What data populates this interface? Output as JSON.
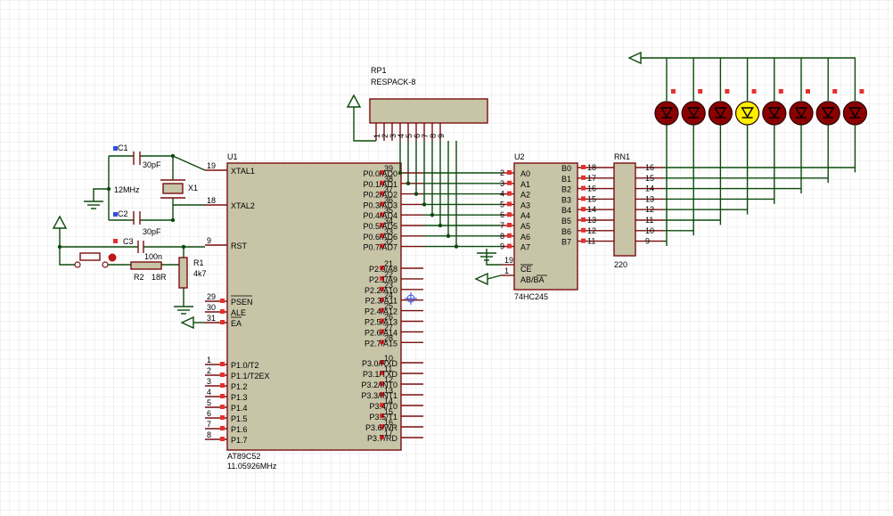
{
  "u1": {
    "ref": "U1",
    "part": "AT89C52",
    "freq": "11.05926MHz",
    "pins_left": [
      {
        "num": "19",
        "name": "XTAL1"
      },
      {
        "num": "18",
        "name": "XTAL2"
      },
      {
        "num": "9",
        "name": "RST"
      },
      {
        "num": "29",
        "name": "PSEN"
      },
      {
        "num": "30",
        "name": "ALE"
      },
      {
        "num": "31",
        "name": "EA"
      },
      {
        "num": "1",
        "name": "P1.0/T2"
      },
      {
        "num": "2",
        "name": "P1.1/T2EX"
      },
      {
        "num": "3",
        "name": "P1.2"
      },
      {
        "num": "4",
        "name": "P1.3"
      },
      {
        "num": "5",
        "name": "P1.4"
      },
      {
        "num": "6",
        "name": "P1.5"
      },
      {
        "num": "7",
        "name": "P1.6"
      },
      {
        "num": "8",
        "name": "P1.7"
      }
    ],
    "pins_right": [
      {
        "num": "39",
        "name": "P0.0/AD0"
      },
      {
        "num": "38",
        "name": "P0.1/AD1"
      },
      {
        "num": "37",
        "name": "P0.2/AD2"
      },
      {
        "num": "36",
        "name": "P0.3/AD3"
      },
      {
        "num": "35",
        "name": "P0.4/AD4"
      },
      {
        "num": "34",
        "name": "P0.5/AD5"
      },
      {
        "num": "33",
        "name": "P0.6/AD6"
      },
      {
        "num": "32",
        "name": "P0.7/AD7"
      },
      {
        "num": "21",
        "name": "P2.0/A8"
      },
      {
        "num": "22",
        "name": "P2.1/A9"
      },
      {
        "num": "23",
        "name": "P2.2/A10"
      },
      {
        "num": "24",
        "name": "P2.3/A11"
      },
      {
        "num": "25",
        "name": "P2.4/A12"
      },
      {
        "num": "26",
        "name": "P2.5/A13"
      },
      {
        "num": "27",
        "name": "P2.6/A14"
      },
      {
        "num": "28",
        "name": "P2.7/A15"
      },
      {
        "num": "10",
        "name": "P3.0/RXD"
      },
      {
        "num": "11",
        "name": "P3.1/TXD"
      },
      {
        "num": "12",
        "name": "P3.2/INT0"
      },
      {
        "num": "13",
        "name": "P3.3/INT1"
      },
      {
        "num": "14",
        "name": "P3.4/T0"
      },
      {
        "num": "15",
        "name": "P3.5/T1"
      },
      {
        "num": "16",
        "name": "P3.6/WR"
      },
      {
        "num": "17",
        "name": "P3.7/RD"
      }
    ]
  },
  "u2": {
    "ref": "U2",
    "part": "74HC245",
    "a_pins": [
      {
        "num": "2",
        "name": "A0"
      },
      {
        "num": "3",
        "name": "A1"
      },
      {
        "num": "4",
        "name": "A2"
      },
      {
        "num": "5",
        "name": "A3"
      },
      {
        "num": "6",
        "name": "A4"
      },
      {
        "num": "7",
        "name": "A5"
      },
      {
        "num": "8",
        "name": "A6"
      },
      {
        "num": "9",
        "name": "A7"
      }
    ],
    "b_pins": [
      {
        "num": "18",
        "name": "B0"
      },
      {
        "num": "17",
        "name": "B1"
      },
      {
        "num": "16",
        "name": "B2"
      },
      {
        "num": "15",
        "name": "B3"
      },
      {
        "num": "14",
        "name": "B4"
      },
      {
        "num": "13",
        "name": "B5"
      },
      {
        "num": "12",
        "name": "B6"
      },
      {
        "num": "11",
        "name": "B7"
      }
    ],
    "ce": {
      "num": "19",
      "name": "CE"
    },
    "dir": {
      "num": "1",
      "name": "AB/BA"
    }
  },
  "rn1": {
    "ref": "RN1",
    "value": "220",
    "pins": [
      "16",
      "15",
      "14",
      "13",
      "12",
      "11",
      "10",
      "9"
    ]
  },
  "rp1": {
    "ref": "RP1",
    "part": "RESPACK-8",
    "pins": [
      "1",
      "2",
      "3",
      "4",
      "5",
      "6",
      "7",
      "8",
      "9"
    ]
  },
  "c1": {
    "ref": "C1",
    "value": "30pF"
  },
  "c2": {
    "ref": "C2",
    "value": "30pF"
  },
  "c3": {
    "ref": "C3",
    "value": "100n"
  },
  "x1": {
    "ref": "X1",
    "value": "12MHz"
  },
  "r1": {
    "ref": "R1",
    "value": "4k7"
  },
  "r2": {
    "ref": "R2",
    "value": "18R"
  },
  "leds": {
    "count": 8,
    "lit_index": 3,
    "off_color": "#8b0000",
    "lit_color": "#ffee00"
  },
  "colors": {
    "wire": "#0b4a0b",
    "pin": "#7a0e0e",
    "body": "#c8c4a8",
    "grid": "#e3e3e3"
  }
}
